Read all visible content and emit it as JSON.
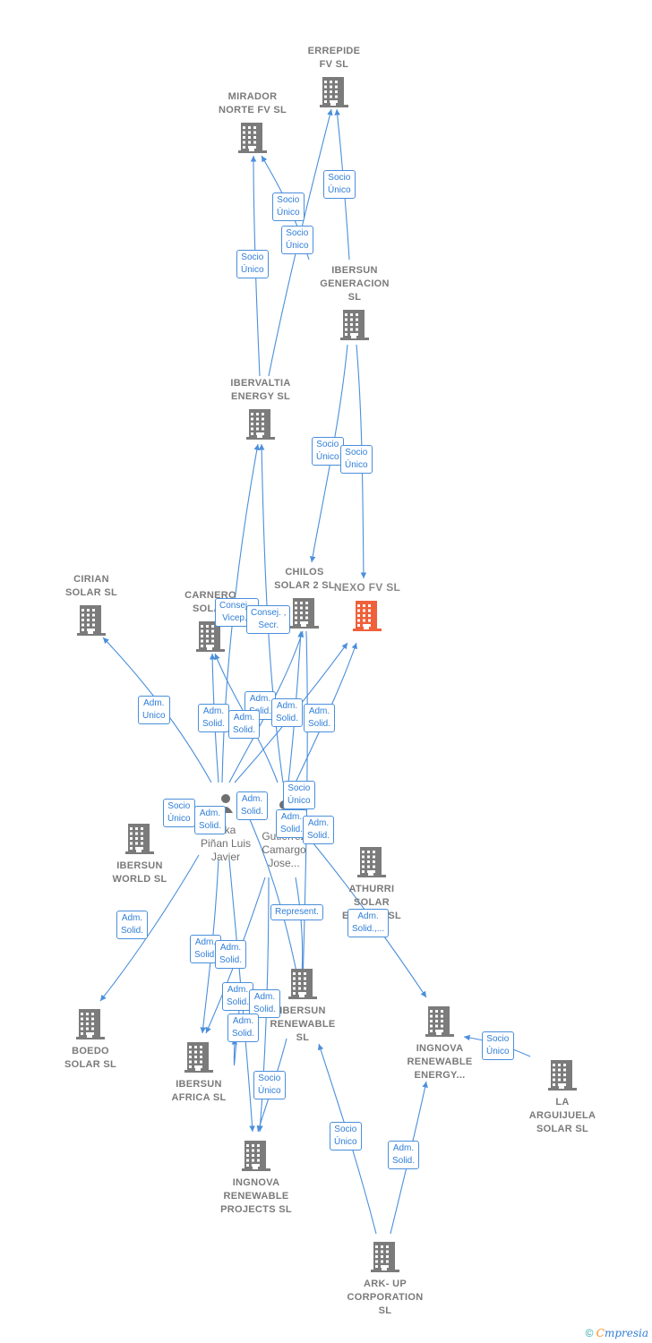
{
  "colors": {
    "edge": "#4a8fdb",
    "node": "#7b7b7b",
    "focus": "#f0603a"
  },
  "nodes": [
    {
      "id": "errepide",
      "label": "ERREPIDE\nFV  SL"
    },
    {
      "id": "mirador",
      "label": "MIRADOR\nNORTE FV  SL"
    },
    {
      "id": "ibersun_gen",
      "label": "IBERSUN\nGENERACION\nSL"
    },
    {
      "id": "ibervaltia",
      "label": "IBERVALTIA\nENERGY  SL"
    },
    {
      "id": "cirian",
      "label": "CIRIAN\nSOLAR  SL"
    },
    {
      "id": "carnero",
      "label": "CARNERO\nSOLAR"
    },
    {
      "id": "chilos",
      "label": "CHILOS\nSOLAR 2  SL"
    },
    {
      "id": "nexo",
      "label": "NEXO FV  SL",
      "focus": true
    },
    {
      "id": "ibersun_world",
      "label": "IBERSUN\nWORLD  SL"
    },
    {
      "id": "athurri",
      "label": "ATHURRI\nSOLAR\nENERGY  SL"
    },
    {
      "id": "boedo",
      "label": "BOEDO\nSOLAR  SL"
    },
    {
      "id": "ibersun_africa",
      "label": "IBERSUN\nAFRICA  SL"
    },
    {
      "id": "ibersun_renew",
      "label": "IBERSUN\nRENEWABLE\nSL"
    },
    {
      "id": "ingnova_energy",
      "label": "INGNOVA\nRENEWABLE\nENERGY..."
    },
    {
      "id": "arguijuela",
      "label": "LA\nARGUIJUELA\nSOLAR  SL"
    },
    {
      "id": "ingnova_proj",
      "label": "INGNOVA\nRENEWABLE\nPROJECTS  SL"
    },
    {
      "id": "arkup",
      "label": "ARK- UP\nCORPORATION\nSL"
    }
  ],
  "persons": [
    {
      "id": "p1",
      "label": "...ka\nPiñan Luis\nJavier"
    },
    {
      "id": "p2",
      "label": "Gutierrez\nCamargo\nJose..."
    }
  ],
  "edge_labels": [
    "Socio\nÚnico",
    "Socio\nÚnico",
    "Socio\nÚnico",
    "Socio\nÚnico",
    "Socio\nÚnico",
    "Socio\nÚnico",
    "Consej. ,\nVicep...",
    "Consej. ,\nSecr.",
    "Adm.\nUnico",
    "Adm.\nSolid.",
    "Adm.\nSolid.",
    "Adm.\nSolid.",
    "Adm.\nSolid.",
    "Adm.\nSolid.",
    "Adm.\nSolid.",
    "Socio\nÚnico",
    "Socio\nÚnico",
    "Adm.\nSolid.",
    "Adm.\nSolid.",
    "Adm.\nSolid.",
    "Adm.\nSolid.",
    "Represent.",
    "Adm.\nSolid.,...",
    "Adm.\nSolid.",
    "Adm.\nSolid.",
    "Adm.\nSolid.",
    "Adm.\nSolid.",
    "Adm.\nSolid.",
    "Socio\nÚnico",
    "Socio\nÚnico",
    "Socio\nÚnico",
    "Adm.\nSolid.",
    "Adm.\nSolid."
  ],
  "footer": {
    "copyright": "©",
    "brand_initial": "C",
    "brand_rest": "mpresia"
  }
}
